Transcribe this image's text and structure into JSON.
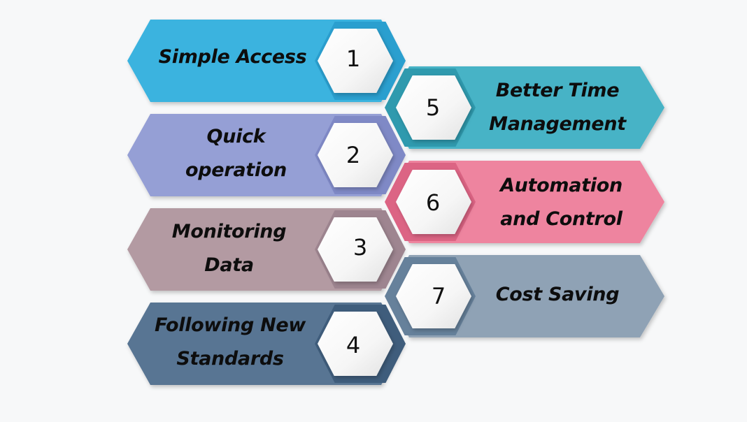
{
  "diagram": {
    "title": "",
    "items": [
      {
        "number": "1",
        "line1": "Simple Access",
        "line2": "",
        "color": "#3bb3df",
        "frame": "#2a9fcf",
        "side": "left"
      },
      {
        "number": "2",
        "line1": "Quick",
        "line2": "operation",
        "color": "#959fd5",
        "frame": "#7f89c6",
        "side": "left"
      },
      {
        "number": "3",
        "line1": "Monitoring",
        "line2": "Data",
        "color": "#b39aa2",
        "frame": "#9e8590",
        "side": "left"
      },
      {
        "number": "4",
        "line1": "Following New",
        "line2": "Standards",
        "color": "#587593",
        "frame": "#3f5d7c",
        "side": "left"
      },
      {
        "number": "5",
        "line1": "Better Time",
        "line2": "Management",
        "color": "#47b3c6",
        "frame": "#2f9aae",
        "side": "right"
      },
      {
        "number": "6",
        "line1": "Automation",
        "line2": "and Control",
        "color": "#ee849f",
        "frame": "#dc6484",
        "side": "right"
      },
      {
        "number": "7",
        "line1": "Cost Saving",
        "line2": "",
        "color": "#8fa2b5",
        "frame": "#66819b",
        "side": "right"
      }
    ]
  }
}
